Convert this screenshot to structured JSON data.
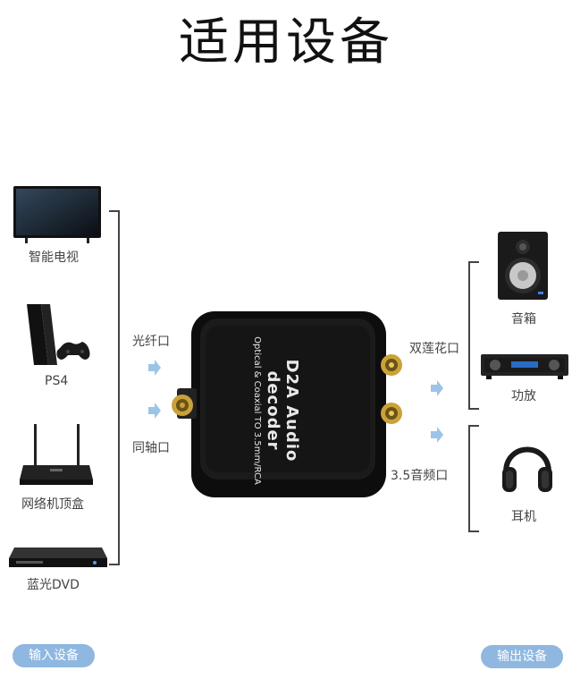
{
  "title": "适用设备",
  "inputs": {
    "devices": [
      {
        "label": "智能电视",
        "icon": "smart-tv-icon"
      },
      {
        "label": "PS4",
        "icon": "ps4-console-icon"
      },
      {
        "label": "网络机顶盒",
        "icon": "set-top-box-icon"
      },
      {
        "label": "蓝光DVD",
        "icon": "bluray-dvd-icon"
      }
    ],
    "ports": [
      "光纤口",
      "同轴口"
    ],
    "button_label": "输入设备"
  },
  "outputs": {
    "devices": [
      {
        "label": "音箱",
        "icon": "speaker-icon"
      },
      {
        "label": "功放",
        "icon": "amplifier-icon"
      },
      {
        "label": "耳机",
        "icon": "headphones-icon"
      }
    ],
    "ports": [
      "双莲花口",
      "3.5音频口"
    ],
    "button_label": "输出设备"
  },
  "decoder": {
    "name": "D2A Audio decoder",
    "subtitle": "Optical & Coaxial TO 3.5mm/RCA"
  },
  "colors": {
    "accent": "#8fb7e0",
    "arrow": "#9cc3e8",
    "bracket": "#444444"
  }
}
